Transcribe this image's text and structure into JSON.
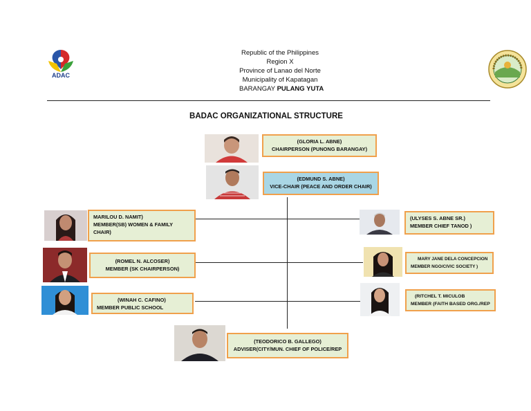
{
  "header": {
    "line1": "Republic of the Philippines",
    "line2": "Region X",
    "line3": "Province of Lanao del Norte",
    "line4": "Municipality of Kapatagan",
    "barangay_prefix": "BARANGAY ",
    "barangay_name": "PULANG YUTA"
  },
  "logo_left": {
    "text": "ADAC",
    "icon": "adac-hands-logo"
  },
  "logo_right": {
    "icon": "barangay-seal"
  },
  "title": "BADAC ORGANIZATIONAL STRUCTURE",
  "members": {
    "chair": {
      "name": "(GLORIA L. ABNE)",
      "role": "CHAIRPERSON (PUNONG BARANGAY)"
    },
    "vice": {
      "name": "(EDMUND S. ABNE)",
      "role": "VICE-CHAIR (PEACE AND ORDER CHAIR)"
    },
    "women": {
      "name": "MARILOU D. NAMIT)",
      "role": "MEMBER(SB) WOMEN & FAMILY",
      "role2": "CHAIR)"
    },
    "sk": {
      "name": "(ROMEL N. ALCOSER)",
      "role": "MEMBER (SK  CHAIRPERSON)"
    },
    "school": {
      "name": "(WINAH C. CAFINO)",
      "role": "MEMBER PUBLIC SCHOOL"
    },
    "tanod": {
      "name": "(ULYSES S. ABNE SR.)",
      "role": "MEMBER CHIEF TANOD  )"
    },
    "ngo": {
      "name": "MARY JANE DELA CONCEPCION",
      "role": "MEMBER NGO/CIVIC SOCIETY  )"
    },
    "faith": {
      "name": "(RITCHEL T. MICULOB",
      "role": "MEMBER (FAITH BASED ORG./REP"
    },
    "adviser": {
      "name": "(TEODORICO B. GALLEGO)",
      "role": "ADVISER(CITY/MUN. CHIEF OF POLICE/REP"
    }
  },
  "colors": {
    "box_border": "#f0a04b",
    "box_fill": "#e6efd5",
    "vice_fill": "#a9d6e5"
  }
}
